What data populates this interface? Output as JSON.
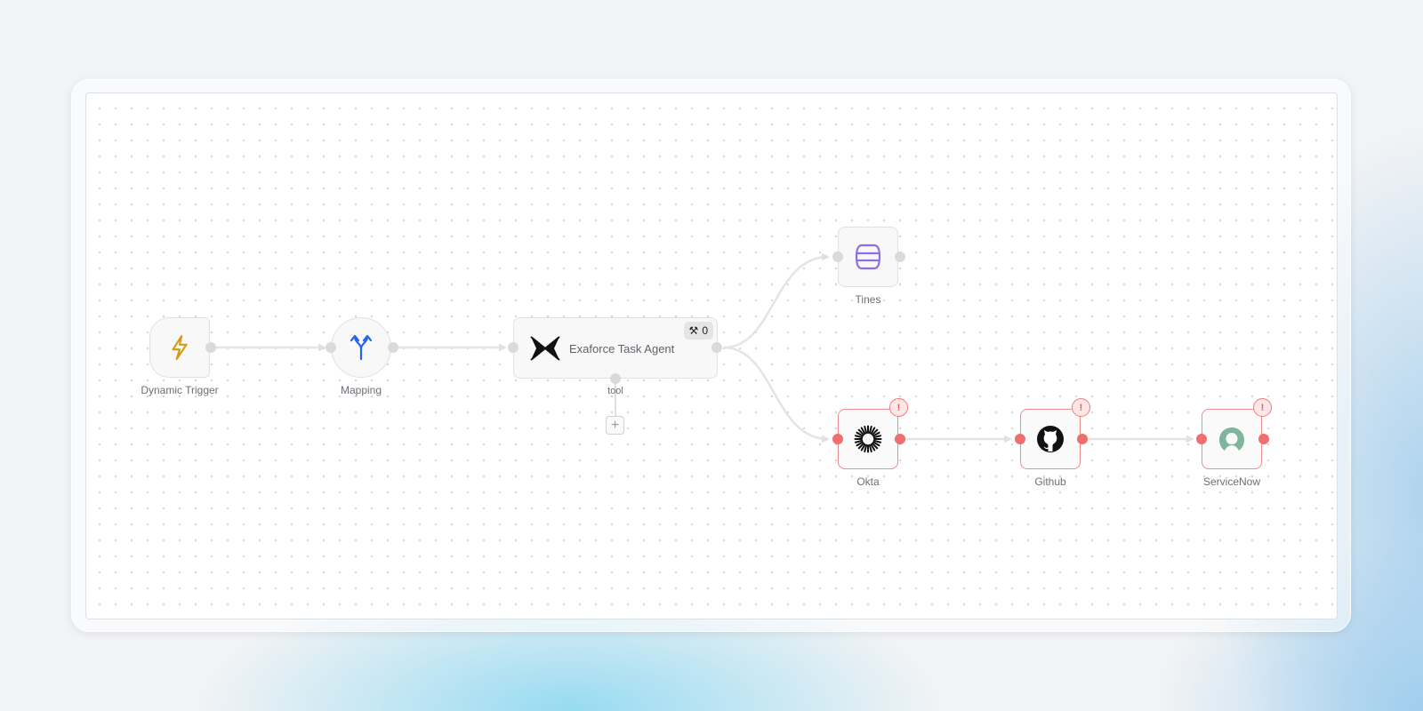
{
  "workflow": {
    "nodes": [
      {
        "id": "dynamic_trigger",
        "label": "Dynamic Trigger",
        "icon": "lightning-bolt-icon",
        "shape": "trigger",
        "status": "ok",
        "icon_color": "#d59a12"
      },
      {
        "id": "mapping",
        "label": "Mapping",
        "icon": "merge-arrows-icon",
        "shape": "circle",
        "status": "ok",
        "icon_color": "#2463eb"
      },
      {
        "id": "agent",
        "label": "Exaforce Task Agent",
        "icon": "exaforce-logo-icon",
        "tools_badge": "0",
        "tool_port_label": "tool",
        "status": "ok"
      },
      {
        "id": "tines",
        "label": "Tines",
        "icon": "tines-logo-icon",
        "status": "ok",
        "icon_color": "#8b6ee8"
      },
      {
        "id": "okta",
        "label": "Okta",
        "icon": "okta-logo-icon",
        "status": "error"
      },
      {
        "id": "github",
        "label": "Github",
        "icon": "github-logo-icon",
        "status": "error"
      },
      {
        "id": "servicenow",
        "label": "ServiceNow",
        "icon": "servicenow-logo-icon",
        "status": "error",
        "icon_color": "#7fb69b"
      }
    ],
    "error_badge": "!",
    "add_tool_symbol": "+",
    "tools_icon": "⚒"
  },
  "colors": {
    "error": "#ef6e6e",
    "edge": "#e2e2e2",
    "port": "#dadada"
  }
}
